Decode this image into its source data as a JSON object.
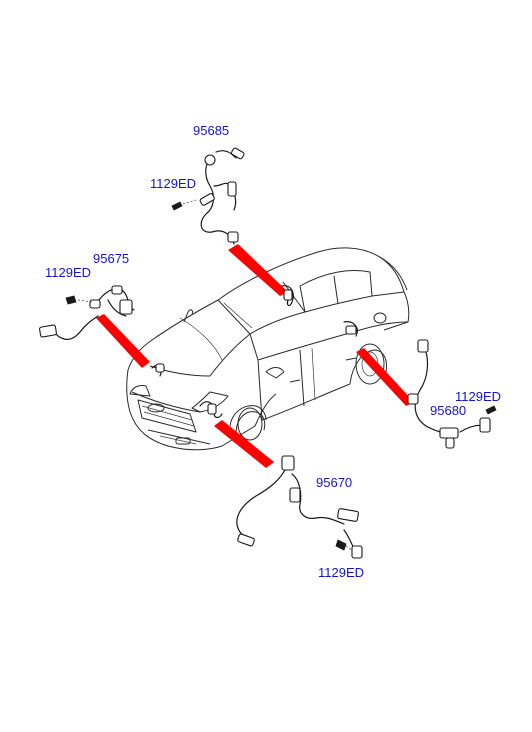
{
  "labels": {
    "sensor_front_left": "95675",
    "bolt_front_left": "1129ED",
    "sensor_rear_top": "95685",
    "bolt_rear_top": "1129ED",
    "sensor_rear_right": "95680",
    "bolt_rear_right": "1129ED",
    "sensor_front_bottom": "95670",
    "bolt_front_bottom": "1129ED"
  },
  "colors": {
    "label_text": "#1414c8",
    "pointer": "#ff0000",
    "line_art": "#1a1a1a"
  }
}
